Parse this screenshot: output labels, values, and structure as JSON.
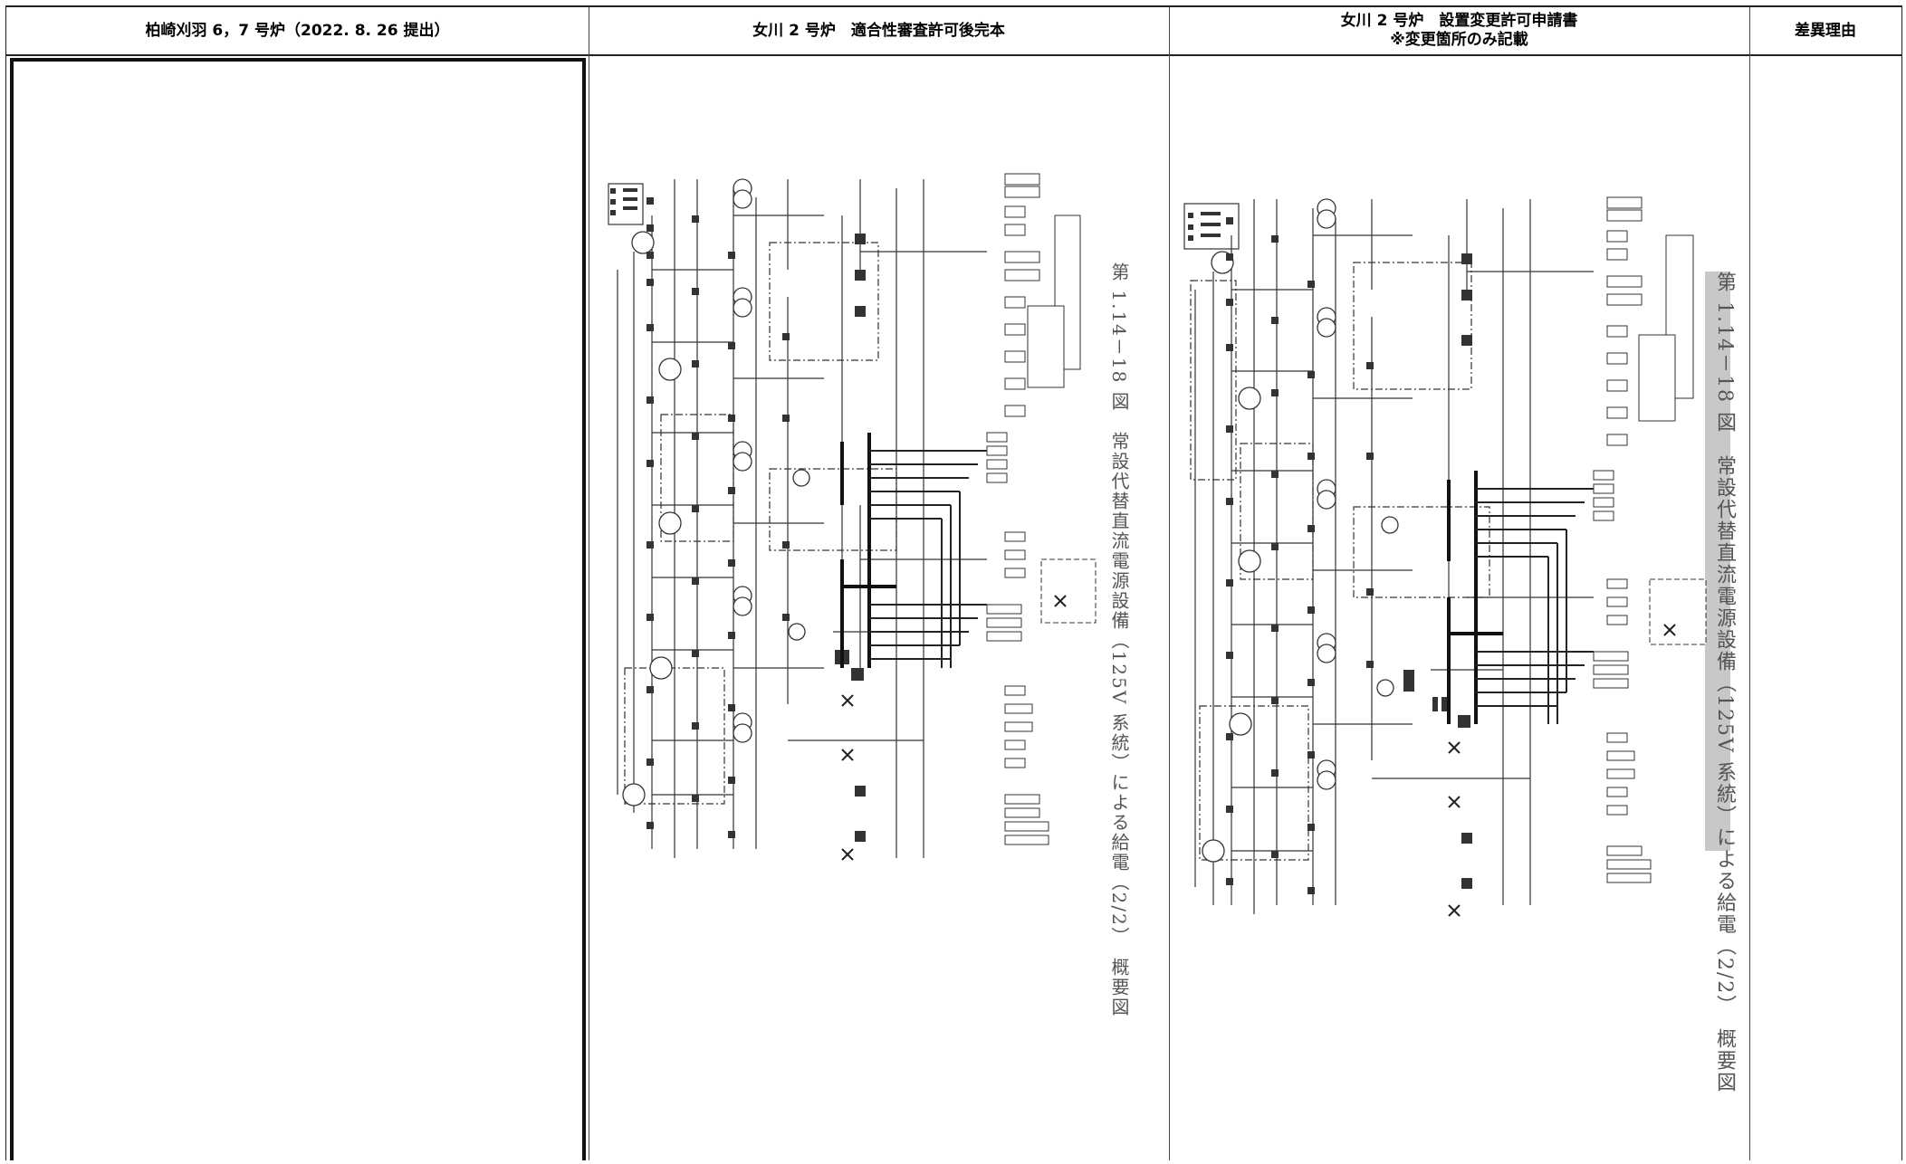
{
  "columns": [
    {
      "title": "柏崎刈羽 6，7 号炉（2022. 8. 26 提出）"
    },
    {
      "title": "女川 2 号炉　適合性審査許可後完本"
    },
    {
      "title_line1": "女川 2 号炉　設置変更許可申請書",
      "title_line2": "※変更箇所のみ記載"
    },
    {
      "title": "差異理由"
    }
  ],
  "figure1": {
    "caption": "第 1.14－18 図　常設代替直流電源設備（125V 系統）による給電（2/2）",
    "caption_suffix": "概要図"
  },
  "figure2": {
    "caption": "第 1.14－18 図　常設代替直流電源設備（125V 系統）による給電（2/2）",
    "caption_suffix": "概要図"
  }
}
